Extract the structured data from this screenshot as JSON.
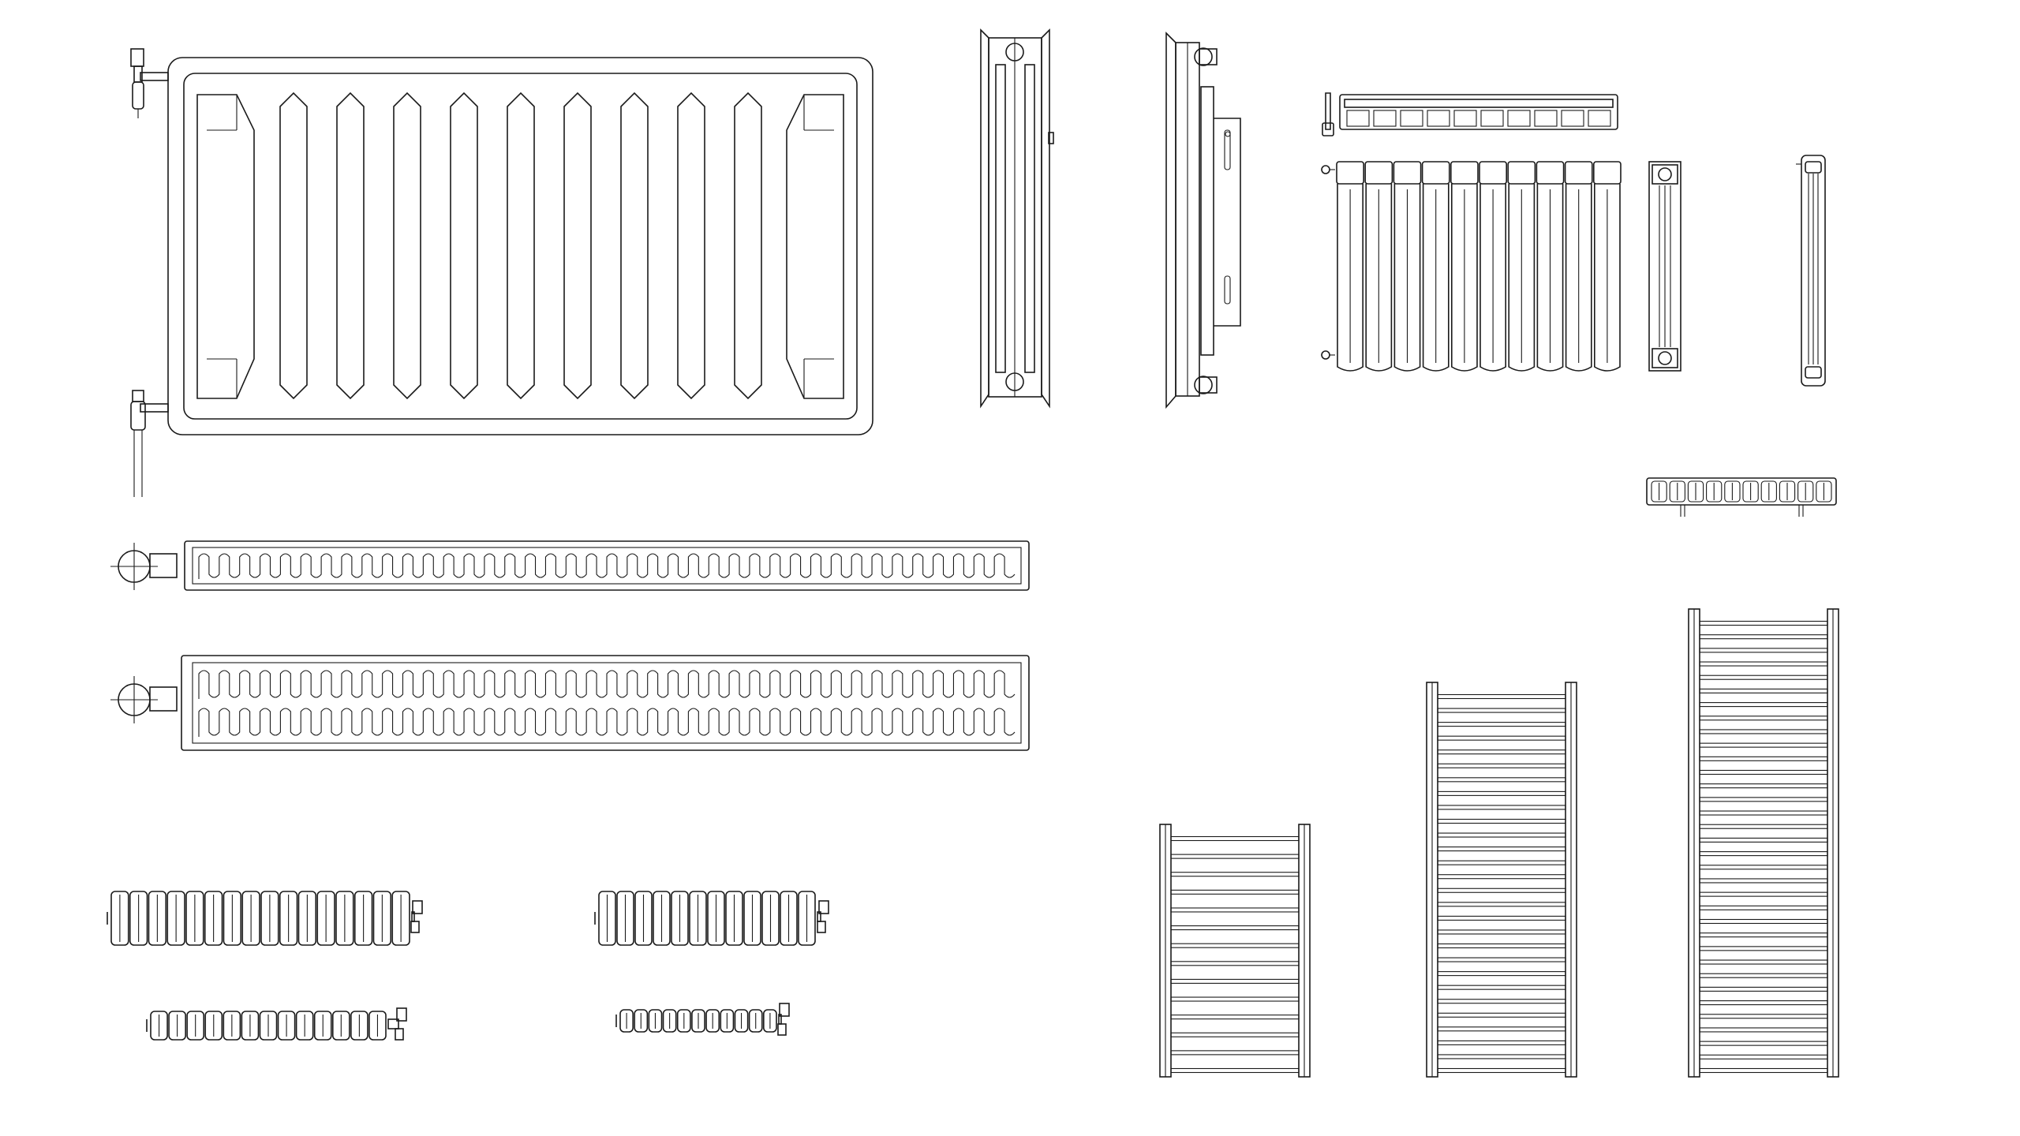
{
  "drawing": {
    "background": "#ffffff",
    "line_color": "#1a1a1a",
    "panel_radiator_front": {
      "fin_count": 9
    },
    "towel_rails": [
      {
        "rung_count": 14
      },
      {
        "rung_count": 28
      },
      {
        "rung_count": 34
      }
    ],
    "column_radiators": [
      {
        "section_count": 16
      },
      {
        "section_count": 12
      },
      {
        "section_count": 13
      },
      {
        "section_count": 11
      }
    ],
    "sectional_radiator_front": {
      "section_count": 10
    },
    "convector_single": {
      "wave_count": 40
    },
    "convector_double": {
      "wave_count": 40
    }
  }
}
